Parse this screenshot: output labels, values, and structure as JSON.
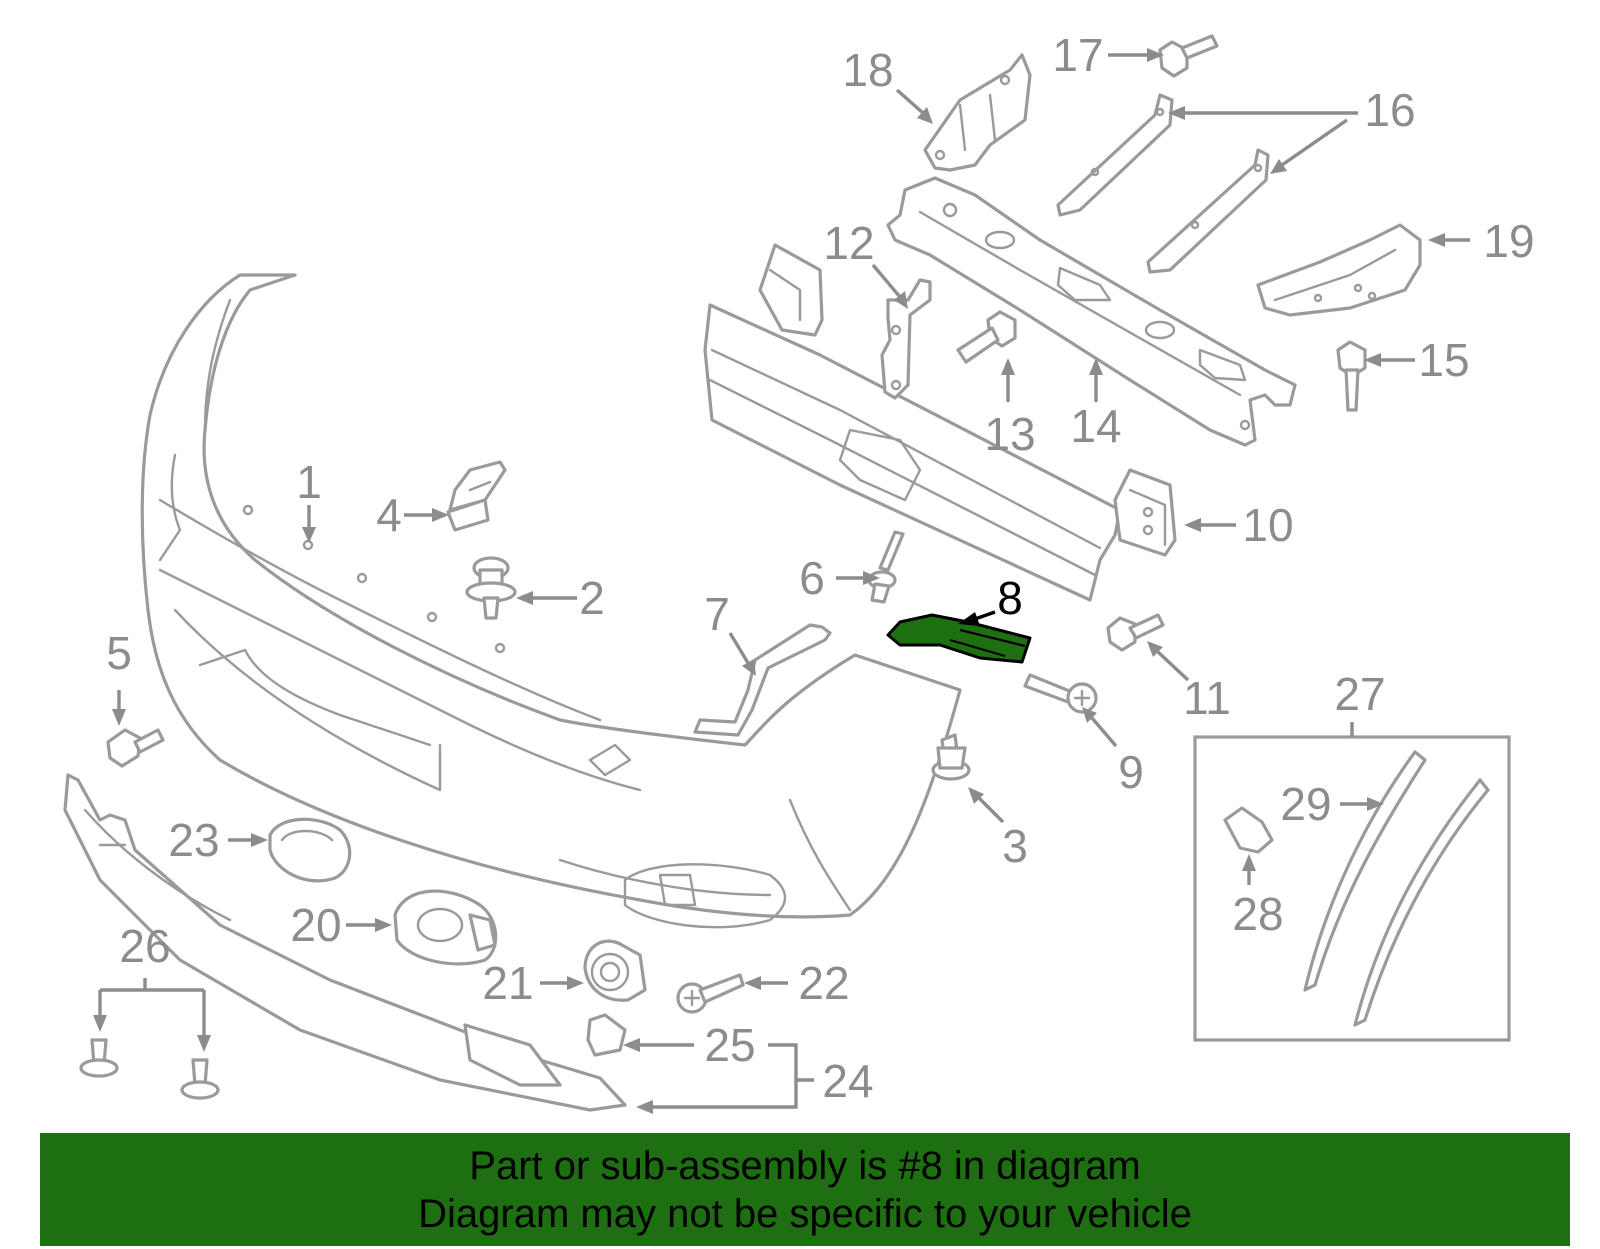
{
  "callouts": [
    "1",
    "2",
    "3",
    "4",
    "5",
    "6",
    "7",
    "8",
    "9",
    "10",
    "11",
    "12",
    "13",
    "14",
    "15",
    "16",
    "17",
    "18",
    "19",
    "20",
    "21",
    "22",
    "23",
    "24",
    "25",
    "26",
    "27",
    "28",
    "29"
  ],
  "highlighted_part": "8",
  "banner": {
    "line1": "Part or sub-assembly is #8 in diagram",
    "line2": "Diagram may not be specific to your vehicle"
  },
  "colors": {
    "highlight": "#1e6e12",
    "banner_background": "#1e6e12",
    "line_art": "#9a9a9a",
    "label_text": "#8c8c8c"
  }
}
